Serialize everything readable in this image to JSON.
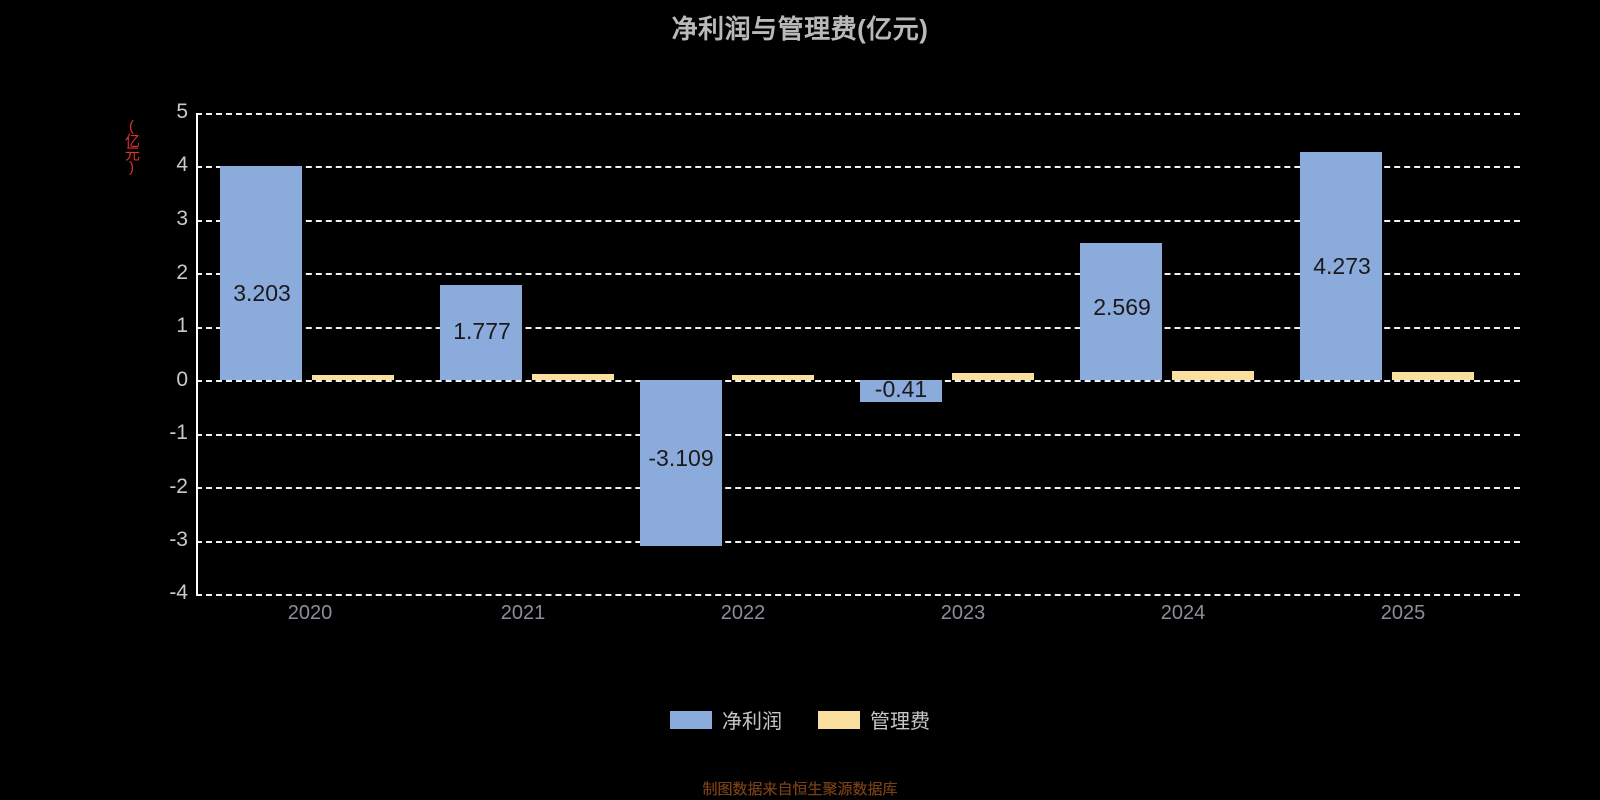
{
  "chart_data": {
    "type": "bar",
    "title": "净利润与管理费(亿元)",
    "xlabel": "",
    "ylabel": "(亿元)",
    "categories": [
      "2020",
      "2021",
      "2022",
      "2023",
      "2024",
      "2025"
    ],
    "series": [
      {
        "name": "净利润",
        "color": "#8cabdd",
        "values": [
          3.203,
          1.777,
          -3.109,
          -0.41,
          2.569,
          4.273
        ],
        "labels": [
          "3.203",
          "1.777",
          "-3.109",
          "-0.41",
          "2.569",
          "4.273"
        ]
      },
      {
        "name": "管理费",
        "color": "#fbdf9e",
        "values": [
          0.09,
          0.12,
          0.1,
          0.13,
          0.17,
          0.15
        ],
        "labels": [
          "",
          "",
          "",
          "",
          "",
          ""
        ]
      }
    ],
    "ylim": [
      -4,
      5
    ],
    "yticks": [
      "5",
      "4",
      "3",
      "2",
      "1",
      "0",
      "-1",
      "-2",
      "-3",
      "-4"
    ],
    "grid": true,
    "legend_position": "bottom"
  },
  "footnote": {
    "text": "制图数据来自恒生聚源数据库"
  }
}
